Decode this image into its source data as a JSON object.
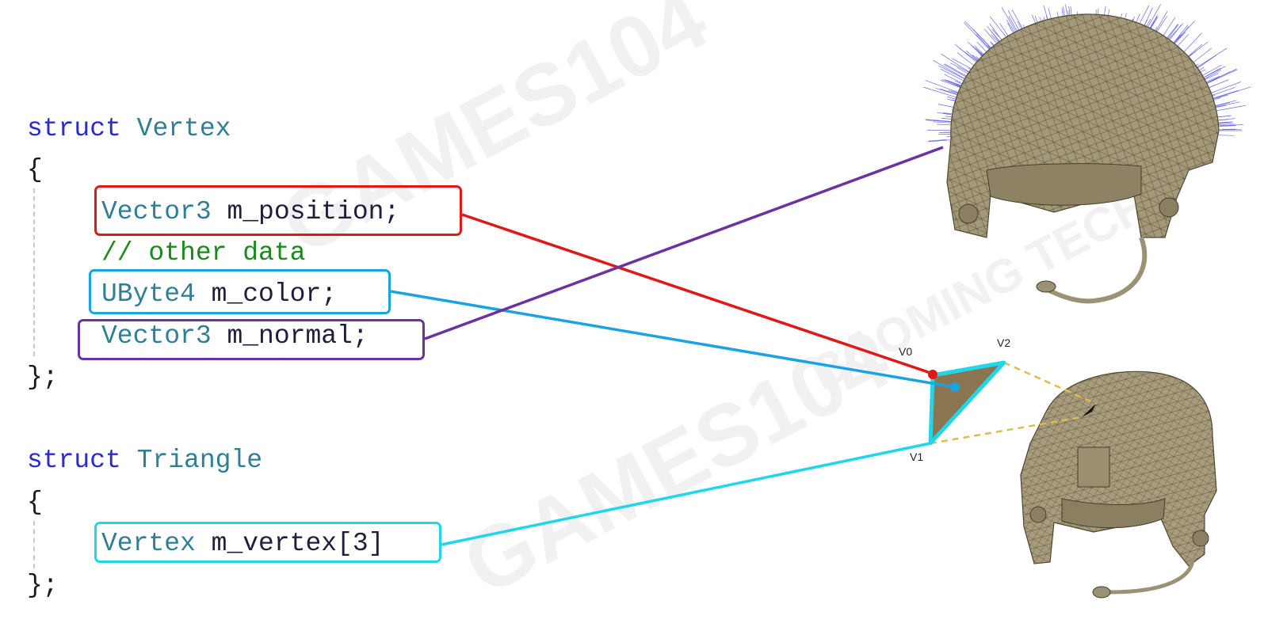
{
  "watermark": {
    "games": "GAMES104",
    "booming": "BOOMING TECH"
  },
  "vertex_struct": {
    "keyword": "struct",
    "name": "Vertex",
    "open_brace": "{",
    "close_brace": "};",
    "position_field": {
      "type": "Vector3",
      "name": "m_position;"
    },
    "comment": "// other data",
    "color_field": {
      "type": "UByte4",
      "name": "m_color;"
    },
    "normal_field": {
      "type": "Vector3",
      "name": "m_normal;"
    }
  },
  "triangle_struct": {
    "keyword": "struct",
    "name": "Triangle",
    "open_brace": "{",
    "close_brace": "};",
    "vertex_field": {
      "type": "Vertex",
      "name": "m_vertex[3]"
    }
  },
  "triangle_labels": {
    "v0": "V0",
    "v1": "V1",
    "v2": "V2"
  },
  "colors": {
    "position": "#e01818",
    "color": "#1aa3e0",
    "normal": "#6a34a0",
    "vertex_array": "#22d6ea",
    "triangle_fill": "#8b7550",
    "helmet": "#9e9274",
    "dashed": "#d9c04a"
  }
}
